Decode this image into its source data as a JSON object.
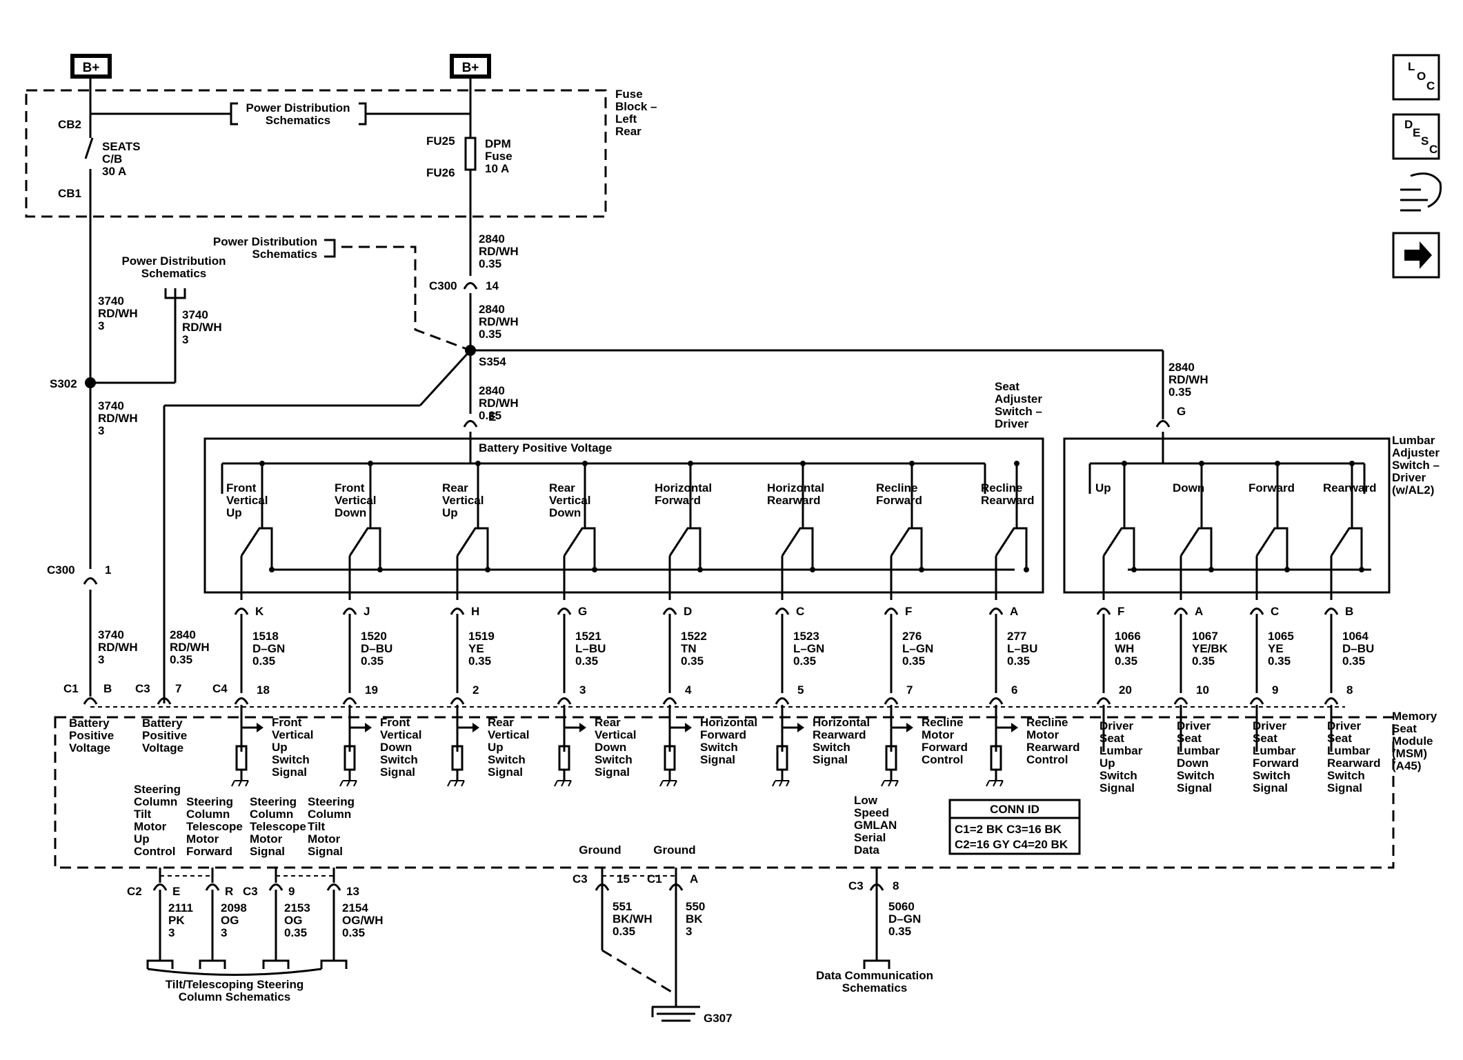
{
  "power": {
    "bplus_left": "B+",
    "bplus_right": "B+"
  },
  "fuse_block": {
    "name": [
      "Fuse",
      "Block –",
      "Left",
      "Rear"
    ],
    "cb2": "CB2",
    "cb1": "CB1",
    "seats_cb": [
      "SEATS",
      "C/B",
      "30 A"
    ],
    "fu25": "FU25",
    "fu26": "FU26",
    "dpm_fuse": [
      "DPM",
      "Fuse",
      "10 A"
    ],
    "power_dist": [
      "Power Distribution",
      "Schematics"
    ]
  },
  "refs": {
    "power_dist_a": [
      "Power Distribution",
      "Schematics"
    ],
    "power_dist_b": [
      "Power Distribution",
      "Schematics"
    ],
    "tilt_tele": [
      "Tilt/Telescoping Steering",
      "Column Schematics"
    ],
    "data_comm": [
      "Data Communication",
      "Schematics"
    ]
  },
  "wires": {
    "w3740_top": [
      "3740",
      "RD/WH",
      "3"
    ],
    "w3740_branch": [
      "3740",
      "RD/WH",
      "3"
    ],
    "w3740_mid": [
      "3740",
      "RD/WH",
      "3"
    ],
    "w3740_bot": [
      "3740",
      "RD/WH",
      "3"
    ],
    "w2840_a": [
      "2840",
      "RD/WH",
      "0.35"
    ],
    "w2840_b": [
      "2840",
      "RD/WH",
      "0.35"
    ],
    "w2840_c": [
      "2840",
      "RD/WH",
      "0.35"
    ],
    "w2840_lumbar": [
      "2840",
      "RD/WH",
      "0.35"
    ],
    "w2840_msm": [
      "2840",
      "RD/WH",
      "0.35"
    ]
  },
  "connectors": {
    "c300_14": {
      "name": "C300",
      "pin": "14"
    },
    "c300_1": {
      "name": "C300",
      "pin": "1"
    },
    "s354": "S354",
    "s302": "S302",
    "seat_e": "E",
    "lumbar_g": "G"
  },
  "seat_switch": {
    "name": [
      "Seat",
      "Adjuster",
      "Switch –",
      "Driver"
    ],
    "bus_label": "Battery Positive Voltage",
    "switches": [
      {
        "label": [
          "Front",
          "Vertical",
          "Up"
        ],
        "pin": "K",
        "wire": [
          "1518",
          "D–GN",
          "0.35"
        ],
        "msm_pin": "18",
        "signal": [
          "Front",
          "Vertical",
          "Up",
          "Switch",
          "Signal"
        ]
      },
      {
        "label": [
          "Front",
          "Vertical",
          "Down"
        ],
        "pin": "J",
        "wire": [
          "1520",
          "D–BU",
          "0.35"
        ],
        "msm_pin": "19",
        "signal": [
          "Front",
          "Vertical",
          "Down",
          "Switch",
          "Signal"
        ]
      },
      {
        "label": [
          "Rear",
          "Vertical",
          "Up"
        ],
        "pin": "H",
        "wire": [
          "1519",
          "YE",
          "0.35"
        ],
        "msm_pin": "2",
        "signal": [
          "Rear",
          "Vertical",
          "Up",
          "Switch",
          "Signal"
        ]
      },
      {
        "label": [
          "Rear",
          "Vertical",
          "Down"
        ],
        "pin": "G",
        "wire": [
          "1521",
          "L–BU",
          "0.35"
        ],
        "msm_pin": "3",
        "signal": [
          "Rear",
          "Vertical",
          "Down",
          "Switch",
          "Signal"
        ]
      },
      {
        "label": [
          "Horizontal",
          "Forward"
        ],
        "pin": "D",
        "wire": [
          "1522",
          "TN",
          "0.35"
        ],
        "msm_pin": "4",
        "signal": [
          "Horizontal",
          "Forward",
          "Switch",
          "Signal"
        ]
      },
      {
        "label": [
          "Horizontal",
          "Rearward"
        ],
        "pin": "C",
        "wire": [
          "1523",
          "L–GN",
          "0.35"
        ],
        "msm_pin": "5",
        "signal": [
          "Horizontal",
          "Rearward",
          "Switch",
          "Signal"
        ]
      },
      {
        "label": [
          "Recline",
          "Forward"
        ],
        "pin": "F",
        "wire": [
          "276",
          "L–GN",
          "0.35"
        ],
        "msm_pin": "7",
        "signal": [
          "Recline",
          "Motor",
          "Forward",
          "Control"
        ]
      },
      {
        "label": [
          "Recline",
          "Rearward"
        ],
        "pin": "A",
        "wire": [
          "277",
          "L–BU",
          "0.35"
        ],
        "msm_pin": "6",
        "signal": [
          "Recline",
          "Motor",
          "Rearward",
          "Control"
        ]
      }
    ]
  },
  "lumbar_switch": {
    "name": [
      "Lumbar",
      "Adjuster",
      "Switch –",
      "Driver",
      "(w/AL2)"
    ],
    "switches": [
      {
        "label": [
          "Up"
        ],
        "pin": "F",
        "wire": [
          "1066",
          "WH",
          "0.35"
        ],
        "msm_pin": "20",
        "signal": [
          "Driver",
          "Seat",
          "Lumbar",
          "Up",
          "Switch",
          "Signal"
        ]
      },
      {
        "label": [
          "Down"
        ],
        "pin": "A",
        "wire": [
          "1067",
          "YE/BK",
          "0.35"
        ],
        "msm_pin": "10",
        "signal": [
          "Driver",
          "Seat",
          "Lumbar",
          "Down",
          "Switch",
          "Signal"
        ]
      },
      {
        "label": [
          "Forward"
        ],
        "pin": "C",
        "wire": [
          "1065",
          "YE",
          "0.35"
        ],
        "msm_pin": "9",
        "signal": [
          "Driver",
          "Seat",
          "Lumbar",
          "Forward",
          "Switch",
          "Signal"
        ]
      },
      {
        "label": [
          "Rearward"
        ],
        "pin": "B",
        "wire": [
          "1064",
          "D–BU",
          "0.35"
        ],
        "msm_pin": "8",
        "signal": [
          "Driver",
          "Seat",
          "Lumbar",
          "Rearward",
          "Switch",
          "Signal"
        ]
      }
    ]
  },
  "msm": {
    "name": [
      "Memory",
      "Seat",
      "Module",
      "(MSM)",
      "(A45)"
    ],
    "c1": "C1",
    "c1_pin": "B",
    "c3": "C3",
    "c3_pin": "7",
    "c4": "C4",
    "batt1": [
      "Battery",
      "Positive",
      "Voltage"
    ],
    "batt2": [
      "Battery",
      "Positive",
      "Voltage"
    ],
    "conn_id": {
      "title": "CONN ID",
      "rows": [
        "C1=2 BK   C3=16 BK",
        "C2=16 GY  C4=20 BK"
      ]
    },
    "low_speed": [
      "Low",
      "Speed",
      "GMLAN",
      "Serial",
      "Data"
    ],
    "ground1": "Ground",
    "ground2": "Ground",
    "steering": [
      {
        "label": [
          "Steering",
          "Column",
          "Tilt",
          "Motor",
          "Up",
          "Control"
        ],
        "conn": "C2",
        "pin": "E",
        "wire": [
          "2111",
          "PK",
          "3"
        ]
      },
      {
        "label": [
          "Steering",
          "Column",
          "Telescope",
          "Motor",
          "Forward"
        ],
        "conn": "",
        "pin": "R",
        "wire": [
          "2098",
          "OG",
          "3"
        ]
      },
      {
        "label": [
          "Steering",
          "Column",
          "Telescope",
          "Motor",
          "Signal"
        ],
        "conn": "C3",
        "pin": "9",
        "wire": [
          "2153",
          "OG",
          "0.35"
        ]
      },
      {
        "label": [
          "Steering",
          "Column",
          "Tilt",
          "Motor",
          "Signal"
        ],
        "conn": "",
        "pin": "13",
        "wire": [
          "2154",
          "OG/WH",
          "0.35"
        ]
      }
    ],
    "gnd_c3": {
      "conn": "C3",
      "pin": "15",
      "wire": [
        "551",
        "BK/WH",
        "0.35"
      ]
    },
    "gnd_c1": {
      "conn": "C1",
      "pin": "A",
      "wire": [
        "550",
        "BK",
        "3"
      ]
    },
    "data_c3": {
      "conn": "C3",
      "pin": "8",
      "wire": [
        "5060",
        "D–GN",
        "0.35"
      ]
    },
    "g307": "G307"
  },
  "nav": {
    "loc": [
      "L",
      "O",
      "C"
    ],
    "desc": [
      "D",
      "E",
      "S",
      "C"
    ]
  }
}
